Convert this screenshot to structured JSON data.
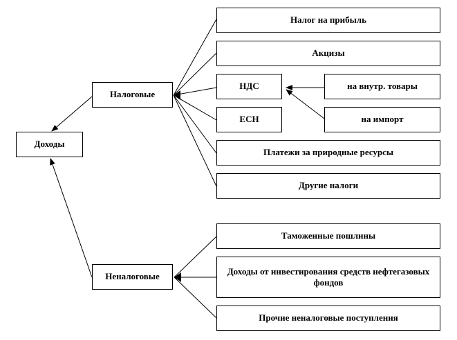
{
  "diagram": {
    "root": {
      "label": "Доходы"
    },
    "categories": [
      {
        "label": "Налоговые",
        "items": [
          {
            "label": "Налог на прибыль"
          },
          {
            "label": "Акцизы"
          },
          {
            "label": "НДС",
            "sub_items": [
              {
                "label": "на внутр. товары"
              },
              {
                "label": "на импорт"
              }
            ]
          },
          {
            "label": "ЕСН"
          },
          {
            "label": "Платежи за природные ресурсы"
          },
          {
            "label": "Другие налоги"
          }
        ]
      },
      {
        "label": "Неналоговые",
        "items": [
          {
            "label": "Таможенные пошлины"
          },
          {
            "label": "Доходы от инвестирования средств нефтегазовых фондов"
          },
          {
            "label": "Прочие неналоговые поступления"
          }
        ]
      }
    ],
    "colors": {
      "line": "#000000",
      "box_border": "#000000",
      "box_fill": "#ffffff",
      "text": "#000000"
    }
  }
}
